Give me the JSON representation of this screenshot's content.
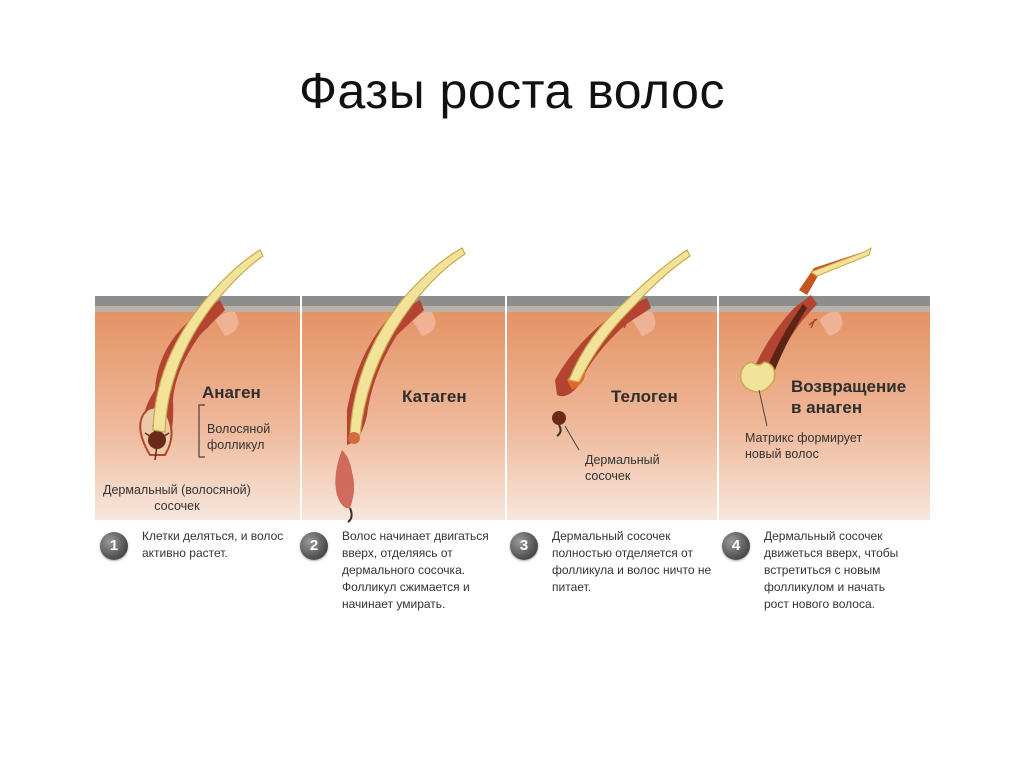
{
  "title": "Фазы роста волос",
  "phases": [
    {
      "name": "Анаген",
      "annotations": [
        "Волосяной\nфолликул",
        "Дермальный (волосяной)\nсосочек"
      ],
      "step": {
        "number": "1",
        "text": "Клетки деляться, и волос\nактивно растет."
      }
    },
    {
      "name": "Катаген",
      "annotations": [],
      "step": {
        "number": "2",
        "text": "Волос начинает двигаться\nвверх, отделяясь от\nдермального сосочка.\nФолликул сжимается и\nначинает умирать."
      }
    },
    {
      "name": "Телоген",
      "annotations": [
        "Дермальный\nсосочек"
      ],
      "step": {
        "number": "3",
        "text": "Дермальный сосочек\nполностью отделяется от\nфолликула и волос ничто не\nпитает."
      }
    },
    {
      "name": "Возвращение\nв анаген",
      "annotations": [
        "Матрикс формирует\nновый волос"
      ],
      "step": {
        "number": "4",
        "text": "Дермальный сосочек\nдвижеться вверх, чтобы\nвстретиться с новым\nфолликулом  и начать\nрост нового  волоса."
      }
    }
  ],
  "colors": {
    "skin_top": "#e79a6c",
    "skin_bottom": "#f6e2d6",
    "epidermis": "#8a8a8a",
    "follicle": "#b34431",
    "hair": "#f3e39a",
    "hair_outline": "#c9a94a"
  }
}
